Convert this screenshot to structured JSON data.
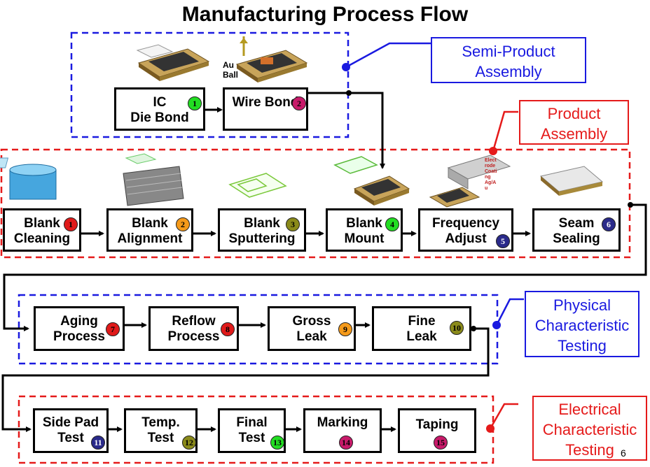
{
  "title": "Manufacturing Process Flow",
  "page_number": "6",
  "au_ball_label": "Au\nBall",
  "frequency_image_text": "Elect\nrode\nCoati\nng\nAg/A\nu",
  "callouts": {
    "semi_product": "Semi-Product\nAssembly",
    "product": "Product\nAssembly",
    "physical": "Physical\nCharacteristic\nTesting",
    "electrical": "Electrical\nCharacteristic\nTesting"
  },
  "steps": {
    "ic_die_bond": {
      "label": "IC\nDie Bond",
      "num": "1"
    },
    "wire_bond": {
      "label": "Wire Bond",
      "num": "2"
    },
    "blank_cleaning": {
      "label": "Blank\nCleaning",
      "num": "1"
    },
    "blank_alignment": {
      "label": "Blank\nAlignment",
      "num": "2"
    },
    "blank_sputtering": {
      "label": "Blank\nSputtering",
      "num": "3"
    },
    "blank_mount": {
      "label": "Blank\nMount",
      "num": "4"
    },
    "frequency_adjust": {
      "label": "Frequency\nAdjust",
      "num": "5"
    },
    "seam_sealing": {
      "label": "Seam\nSealing",
      "num": "6"
    },
    "aging_process": {
      "label": "Aging\nProcess",
      "num": "7"
    },
    "reflow_process": {
      "label": "Reflow\nProcess",
      "num": "8"
    },
    "gross_leak": {
      "label": "Gross\nLeak",
      "num": "9"
    },
    "fine_leak": {
      "label": "Fine\nLeak",
      "num": "10"
    },
    "side_pad_test": {
      "label": "Side Pad\nTest",
      "num": "11"
    },
    "temp_test": {
      "label": "Temp.\nTest",
      "num": "12"
    },
    "final_test": {
      "label": "Final\nTest",
      "num": "13"
    },
    "marking": {
      "label": "Marking",
      "num": "14"
    },
    "taping": {
      "label": "Taping",
      "num": "15"
    }
  },
  "colors": {
    "blue": "#1a1ae0",
    "red": "#e51a1a",
    "badge_green": "#22dd22",
    "badge_magenta": "#c81a6a",
    "badge_red": "#e01a1a",
    "badge_orange": "#f59a1a",
    "badge_olive": "#8a8a1a",
    "badge_navy": "#2a2a8a"
  }
}
